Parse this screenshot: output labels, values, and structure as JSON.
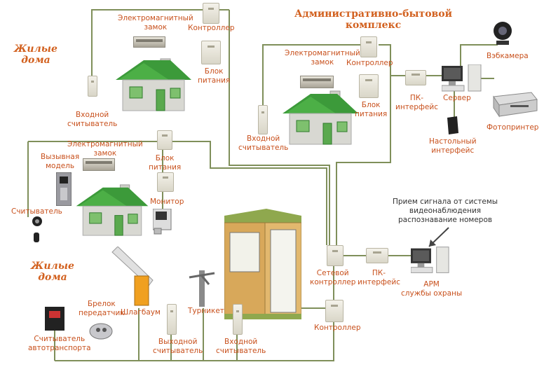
{
  "headings": {
    "residential_top": "Жилые\nдома",
    "residential_bottom": "Жилые\nдома",
    "admin_complex": "Административно-бытовой\nкомплекс"
  },
  "labels": {
    "lock_top": "Электромагнитный\nзамок",
    "controller_top": "Контроллер",
    "power_top": "Блок\nпитания",
    "reader_top": "Входной\nсчитыватель",
    "lock_admin": "Электромагнитный\nзамок",
    "controller_admin": "Контроллер",
    "power_admin": "Блок\nпитания",
    "reader_admin": "Входной\nсчитыватель",
    "pc_interface_top": "ПК-\nинтерфейс",
    "server": "Сервер",
    "webcam": "Вэбкамера",
    "photoprinter": "Фотопринтер",
    "desktop_interface": "Настольный\nинтерфейс",
    "lock_mid": "Электромагнитный\nзамок",
    "power_mid": "Блок\nпитания",
    "call_module": "Вызывная\nмодель",
    "monitor": "Монитор",
    "reader_mid": "Считыватель",
    "video_note": "Прием сигнала от системы\nвидеонаблюдения\nраспознавание номеров",
    "network_controller": "Сетевой\nконтроллер",
    "pc_interface_bottom": "ПК-\nинтерфейс",
    "arm": "АРМ\nслужбы охраны",
    "controller_bottom": "Контроллер",
    "keyfob": "Брелок\nпередатчик",
    "barrier": "Шлагбаум",
    "turnstile": "Турникет",
    "exit_reader": "Выходной\nсчитыватель",
    "entry_reader_bottom": "Входной\nсчитыватель",
    "vehicle_reader": "Считыватель\nавтотранспорта"
  },
  "colors": {
    "wire": "#7f8f5a",
    "label": "#c8501c",
    "roof": "#3c9a3a",
    "wall": "#d8d8d2"
  },
  "icons": [
    "house-icon",
    "controller-box-icon",
    "magnetic-lock-icon",
    "card-reader-icon",
    "computer-icon",
    "webcam-icon",
    "photoprinter-icon",
    "barrier-icon",
    "turnstile-icon",
    "guard-booth-icon",
    "keyfob-icon",
    "intercom-icon",
    "monitor-phone-icon"
  ]
}
